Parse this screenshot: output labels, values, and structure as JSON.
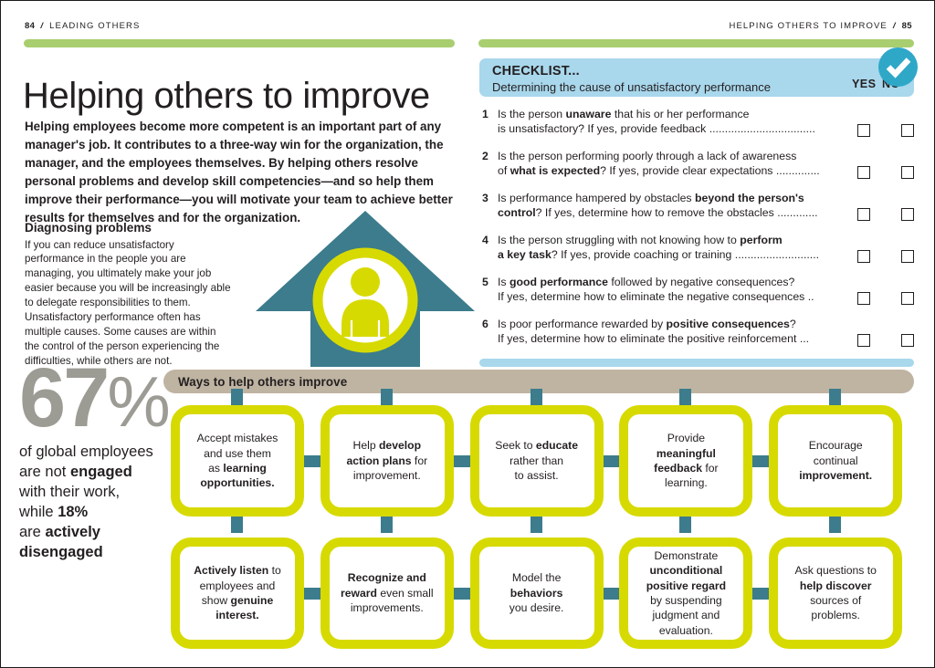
{
  "runheads": {
    "left_page": "84",
    "left_label": "LEADING OTHERS",
    "right_label": "HELPING OTHERS TO IMPROVE",
    "right_page": "85",
    "slash": "/"
  },
  "colors": {
    "green_rule": "#a9ce6f",
    "checklist_panel": "#a9d7ec",
    "check_badge": "#2fa8c8",
    "teal": "#3c7c8c",
    "lime": "#d7da00",
    "banner_tan": "#bfb4a2",
    "stat_grey": "#9c9b94",
    "ink": "#231f20"
  },
  "title": "Helping others to improve",
  "intro": "Helping employees become more competent is an important part of any manager's job. It contributes to a three-way win for the organization, the manager, and the employees themselves. By helping others resolve personal problems and develop skill competencies—and so help them improve their performance—you will motivate your team to achieve better results for themselves and for the organization.",
  "diagnosing": {
    "heading": "Diagnosing problems",
    "body": "If you can reduce unsatisfactory performance in the people you are managing, you ultimately make your job easier because you will be increasingly able to delegate responsibilities to them. Unsatisfactory performance often has multiple causes. Some causes are within the control of the person experiencing the difficulties, while others are not."
  },
  "graphic": {
    "arrow_icon": "up-arrow-shape",
    "person_icon": "person-in-circle-icon"
  },
  "stat": {
    "number": "67",
    "percent": "%",
    "line1_a": "of global employees",
    "line2_a": "are not ",
    "line2_b": "engaged",
    "line3_a": "with their work,",
    "line4_a": "while ",
    "line4_b": "18%",
    "line5_a": "are ",
    "line5_b": "actively",
    "line6_b": "disengaged"
  },
  "checklist": {
    "title": "CHECKLIST...",
    "subtitle": "Determining the cause of unsatisfactory performance",
    "yes_label": "YES",
    "no_label": "NO",
    "badge_icon": "checkmark-badge-icon",
    "items": [
      {
        "num": "1",
        "line1": [
          {
            "t": "Is the person ",
            "b": false
          },
          {
            "t": "unaware",
            "b": true
          },
          {
            "t": " that his or her performance",
            "b": false
          }
        ],
        "line2": [
          {
            "t": "is unsatisfactory? If yes, provide feedback  ",
            "b": false
          },
          {
            "t": "..................................",
            "b": false
          }
        ]
      },
      {
        "num": "2",
        "line1": [
          {
            "t": "Is the person performing poorly through a lack of awareness",
            "b": false
          }
        ],
        "line2": [
          {
            "t": "of ",
            "b": false
          },
          {
            "t": "what is expected",
            "b": true
          },
          {
            "t": "? If yes, provide clear expectations  ",
            "b": false
          },
          {
            "t": "..............",
            "b": false
          }
        ]
      },
      {
        "num": "3",
        "line1": [
          {
            "t": "Is performance hampered by obstacles ",
            "b": false
          },
          {
            "t": "beyond the person's",
            "b": true
          }
        ],
        "line2": [
          {
            "t": "control",
            "b": true
          },
          {
            "t": "? If yes, determine how to remove the obstacles  ",
            "b": false
          },
          {
            "t": ".............",
            "b": false
          }
        ]
      },
      {
        "num": "4",
        "line1": [
          {
            "t": "Is the person struggling with not knowing how to ",
            "b": false
          },
          {
            "t": "perform",
            "b": true
          }
        ],
        "line2": [
          {
            "t": "a key task",
            "b": true
          },
          {
            "t": "? If yes, provide coaching or training  ",
            "b": false
          },
          {
            "t": "...........................",
            "b": false
          }
        ]
      },
      {
        "num": "5",
        "line1": [
          {
            "t": "Is ",
            "b": false
          },
          {
            "t": "good performance",
            "b": true
          },
          {
            "t": " followed by negative consequences?",
            "b": false
          }
        ],
        "line2": [
          {
            "t": "If yes, determine how to eliminate the negative consequences  ",
            "b": false
          },
          {
            "t": "..",
            "b": false
          }
        ]
      },
      {
        "num": "6",
        "line1": [
          {
            "t": "Is poor performance rewarded by ",
            "b": false
          },
          {
            "t": "positive consequences",
            "b": true
          },
          {
            "t": "?",
            "b": false
          }
        ],
        "line2": [
          {
            "t": "If yes, determine how to eliminate the positive reinforcement  ",
            "b": false
          },
          {
            "t": "...",
            "b": false
          }
        ]
      }
    ]
  },
  "ways": {
    "banner_label": "Ways to help others improve",
    "boxes_row1": [
      [
        {
          "t": "Accept mistakes",
          "b": false
        },
        {
          "t": "\n",
          "b": false
        },
        {
          "t": "and use them",
          "b": false
        },
        {
          "t": "\n",
          "b": false
        },
        {
          "t": "as ",
          "b": false
        },
        {
          "t": "learning",
          "b": true
        },
        {
          "t": "\n",
          "b": false
        },
        {
          "t": "opportunities.",
          "b": true
        }
      ],
      [
        {
          "t": "Help ",
          "b": false
        },
        {
          "t": "develop",
          "b": true
        },
        {
          "t": "\n",
          "b": false
        },
        {
          "t": "action plans",
          "b": true
        },
        {
          "t": " for",
          "b": false
        },
        {
          "t": "\n",
          "b": false
        },
        {
          "t": "improvement.",
          "b": false
        }
      ],
      [
        {
          "t": "Seek to ",
          "b": false
        },
        {
          "t": "educate",
          "b": true
        },
        {
          "t": "\n",
          "b": false
        },
        {
          "t": "rather than",
          "b": false
        },
        {
          "t": "\n",
          "b": false
        },
        {
          "t": "to assist.",
          "b": false
        }
      ],
      [
        {
          "t": "Provide",
          "b": false
        },
        {
          "t": "\n",
          "b": false
        },
        {
          "t": "meaningful",
          "b": true
        },
        {
          "t": "\n",
          "b": false
        },
        {
          "t": "feedback",
          "b": true
        },
        {
          "t": " for",
          "b": false
        },
        {
          "t": "\n",
          "b": false
        },
        {
          "t": "learning.",
          "b": false
        }
      ],
      [
        {
          "t": "Encourage",
          "b": false
        },
        {
          "t": "\n",
          "b": false
        },
        {
          "t": "continual",
          "b": false
        },
        {
          "t": "\n",
          "b": false
        },
        {
          "t": "improvement.",
          "b": true
        }
      ]
    ],
    "boxes_row2": [
      [
        {
          "t": "Actively listen",
          "b": true
        },
        {
          "t": " to",
          "b": false
        },
        {
          "t": "\n",
          "b": false
        },
        {
          "t": "employees and",
          "b": false
        },
        {
          "t": "\n",
          "b": false
        },
        {
          "t": "show ",
          "b": false
        },
        {
          "t": "genuine",
          "b": true
        },
        {
          "t": "\n",
          "b": false
        },
        {
          "t": "interest.",
          "b": true
        }
      ],
      [
        {
          "t": "Recognize and",
          "b": true
        },
        {
          "t": "\n",
          "b": false
        },
        {
          "t": "reward",
          "b": true
        },
        {
          "t": " even small",
          "b": false
        },
        {
          "t": "\n",
          "b": false
        },
        {
          "t": "improvements.",
          "b": false
        }
      ],
      [
        {
          "t": "Model the",
          "b": false
        },
        {
          "t": "\n",
          "b": false
        },
        {
          "t": "behaviors",
          "b": true
        },
        {
          "t": "\n",
          "b": false
        },
        {
          "t": "you desire.",
          "b": false
        }
      ],
      [
        {
          "t": "Demonstrate",
          "b": false
        },
        {
          "t": "\n",
          "b": false
        },
        {
          "t": "unconditional",
          "b": true
        },
        {
          "t": "\n",
          "b": false
        },
        {
          "t": "positive regard",
          "b": true
        },
        {
          "t": "\n",
          "b": false
        },
        {
          "t": "by suspending",
          "b": false
        },
        {
          "t": "\n",
          "b": false
        },
        {
          "t": "judgment and",
          "b": false
        },
        {
          "t": "\n",
          "b": false
        },
        {
          "t": "evaluation.",
          "b": false
        }
      ],
      [
        {
          "t": "Ask questions to",
          "b": false
        },
        {
          "t": "\n",
          "b": false
        },
        {
          "t": "help discover",
          "b": true
        },
        {
          "t": "\n",
          "b": false
        },
        {
          "t": "sources of",
          "b": false
        },
        {
          "t": "\n",
          "b": false
        },
        {
          "t": "problems.",
          "b": false
        }
      ]
    ]
  }
}
